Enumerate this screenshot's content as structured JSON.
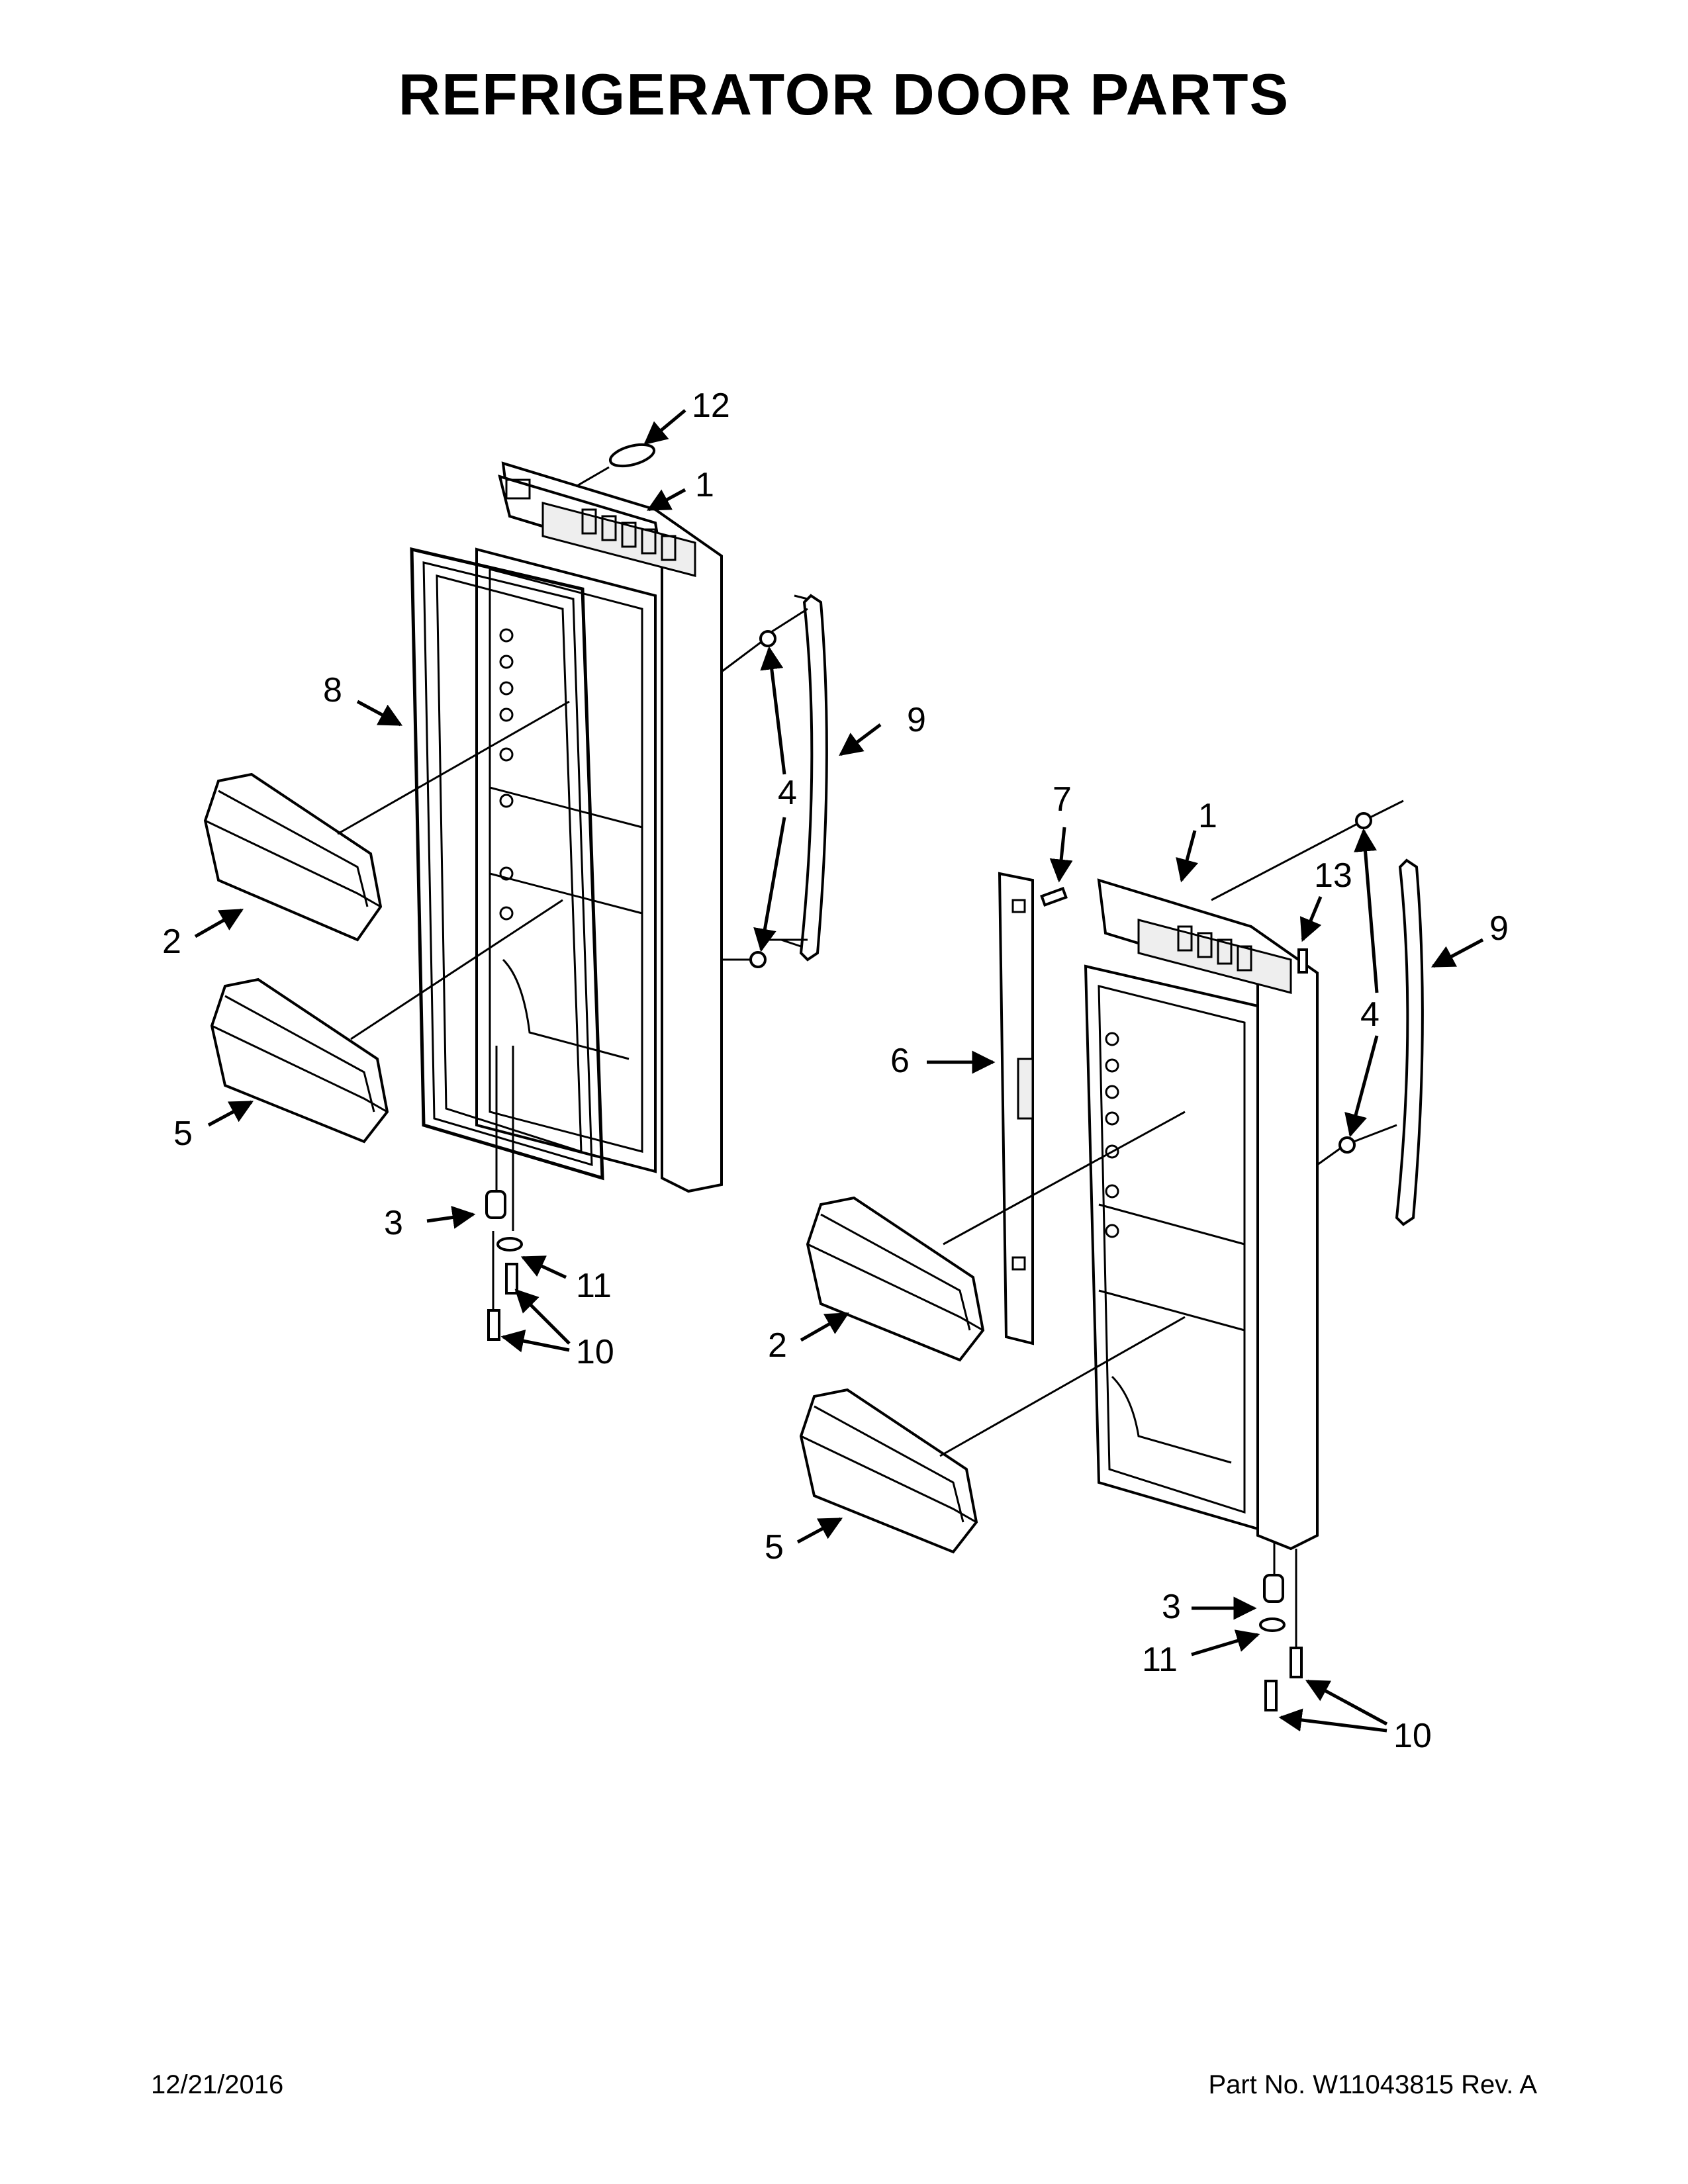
{
  "title": "REFRIGERATOR DOOR PARTS",
  "footer": {
    "date": "12/21/2016",
    "part_number": "Part No.  W11043815  Rev.  A"
  },
  "callouts": {
    "left_12": "12",
    "left_1": "1",
    "left_8": "8",
    "left_9": "9",
    "left_4": "4",
    "left_2": "2",
    "left_5": "5",
    "left_3": "3",
    "left_11": "11",
    "left_10": "10",
    "right_7": "7",
    "right_1": "1",
    "right_13": "13",
    "right_9": "9",
    "right_4": "4",
    "right_6": "6",
    "right_2": "2",
    "right_5": "5",
    "right_3": "3",
    "right_11": "11",
    "right_10": "10"
  }
}
